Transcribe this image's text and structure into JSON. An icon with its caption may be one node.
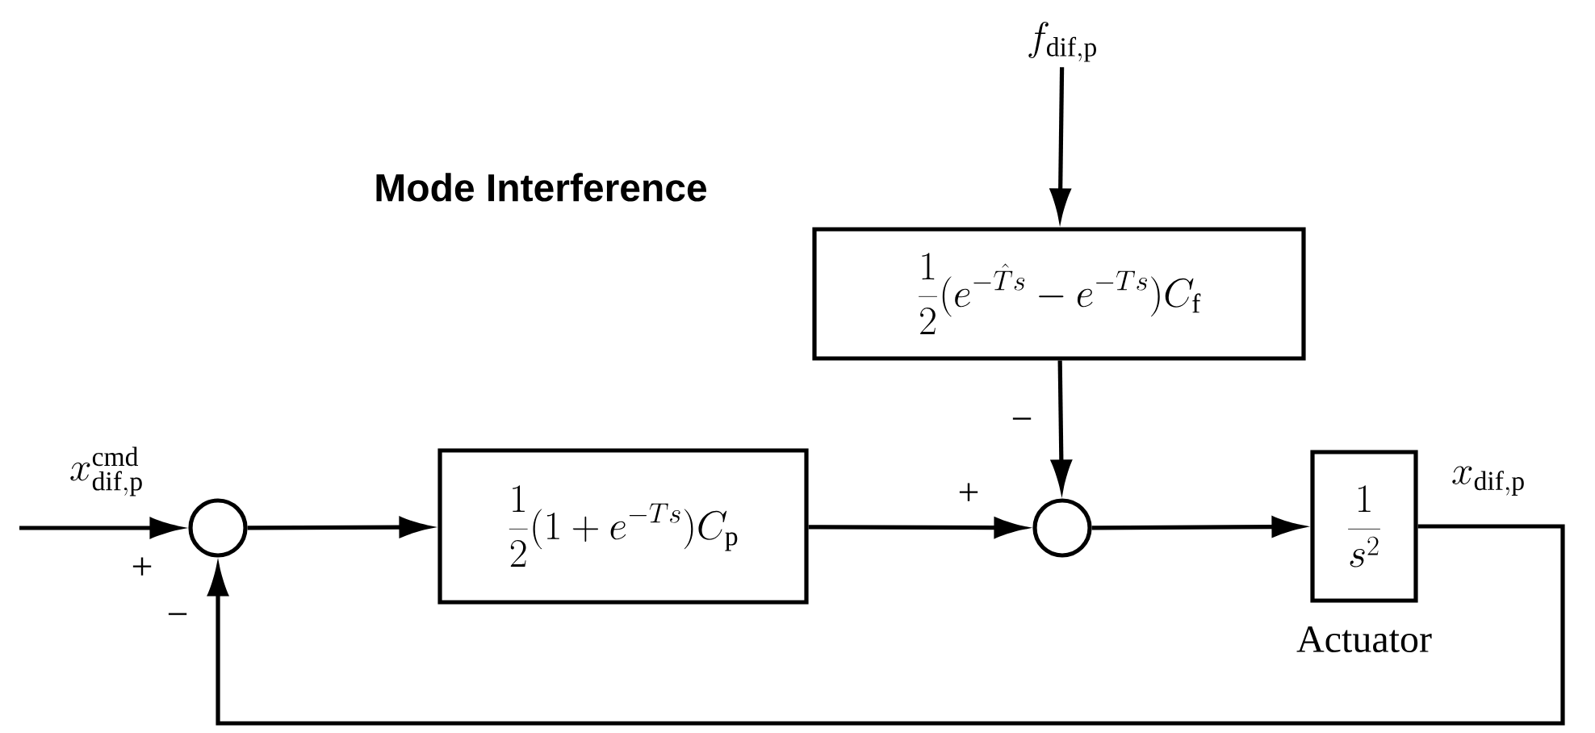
{
  "diagram": {
    "nodes": [
      {
        "text": [],
        "shape": "circle"
      },
      {
        "text": [
          "\\frac{1}{2}(1+e^{-Ts})C_{\\mathrm{p}}"
        ]
      },
      {
        "text": [
          "f_{\\mathrm{dif,p}}"
        ]
      },
      {
        "text": [
          "Mode Interference",
          "\\frac{1}{2}(e^{-\\hat{T}s}-e^{-Ts})C_{\\mathrm{f}}"
        ]
      },
      {
        "text": [],
        "shape": "circle"
      },
      {
        "text": [
          "\\frac{1}{s^{2}}"
        ],
        "beside": [
          "Actuator"
        ]
      }
    ],
    "edges": [
      {
        "from": null,
        "to": 0,
        "arrow": "to",
        "label": "x_{\\mathrm{dif,p}}^{\\mathrm{cmd}}"
      },
      {
        "from": 0,
        "to": 1,
        "arrow": "to"
      },
      {
        "from": 1,
        "to": 4,
        "arrow": "to"
      },
      {
        "from": 2,
        "to": 3,
        "arrow": "to"
      },
      {
        "from": 3,
        "to": 4,
        "arrow": "to"
      },
      {
        "from": 4,
        "to": 5,
        "arrow": "to"
      },
      {
        "from": 5,
        "to": 0,
        "arrow": "to",
        "label": "x_{\\mathrm{dif,p}}"
      }
    ],
    "labels": [
      "−",
      "+",
      "+",
      "−"
    ]
  }
}
